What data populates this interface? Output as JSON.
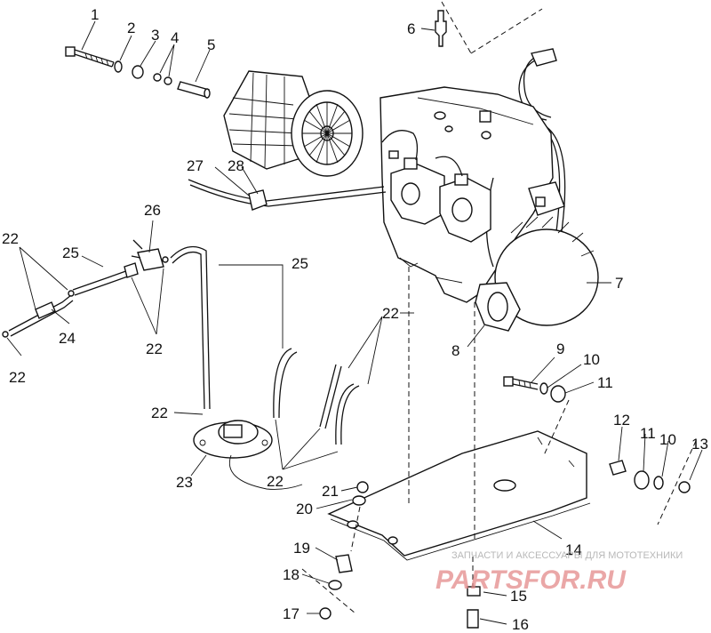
{
  "diagram": {
    "callouts": [
      "1",
      "2",
      "3",
      "4",
      "5",
      "6",
      "7",
      "8",
      "9",
      "10",
      "11",
      "12",
      "13",
      "14",
      "15",
      "16",
      "17",
      "18",
      "19",
      "20",
      "21",
      "22",
      "23",
      "24",
      "25",
      "26",
      "27",
      "28"
    ]
  },
  "watermark": {
    "line1": "ЗАПЧАСТИ И АКСЕССУАРЫ ДЛЯ МОТОТЕХНИКИ",
    "line2": "PARTSFOR.RU"
  }
}
